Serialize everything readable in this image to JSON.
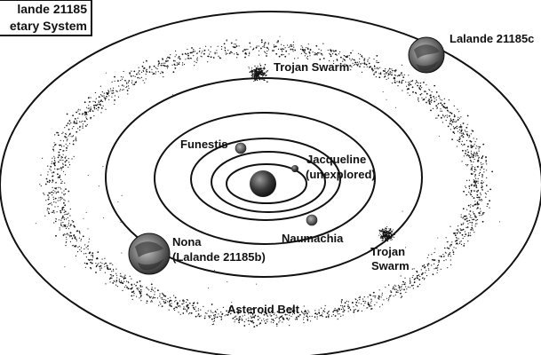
{
  "title": {
    "line1": "lande 21185",
    "line2": "etary System"
  },
  "labels": {
    "lalande_c": "Lalande 21185c",
    "trojan_top": "Trojan Swarm",
    "funestis": "Funestis",
    "jacqueline_1": "Jacqueline",
    "jacqueline_2": "(unexplored)",
    "naumachia": "Naumachia",
    "nona_1": "Nona",
    "nona_2": "(Lalande 21185b)",
    "trojan_right_1": "Trojan",
    "trojan_right_2": "Swarm",
    "asteroid_belt": "Asteroid Belt"
  },
  "colors": {
    "ink": "#111111",
    "background": "#ffffff"
  }
}
